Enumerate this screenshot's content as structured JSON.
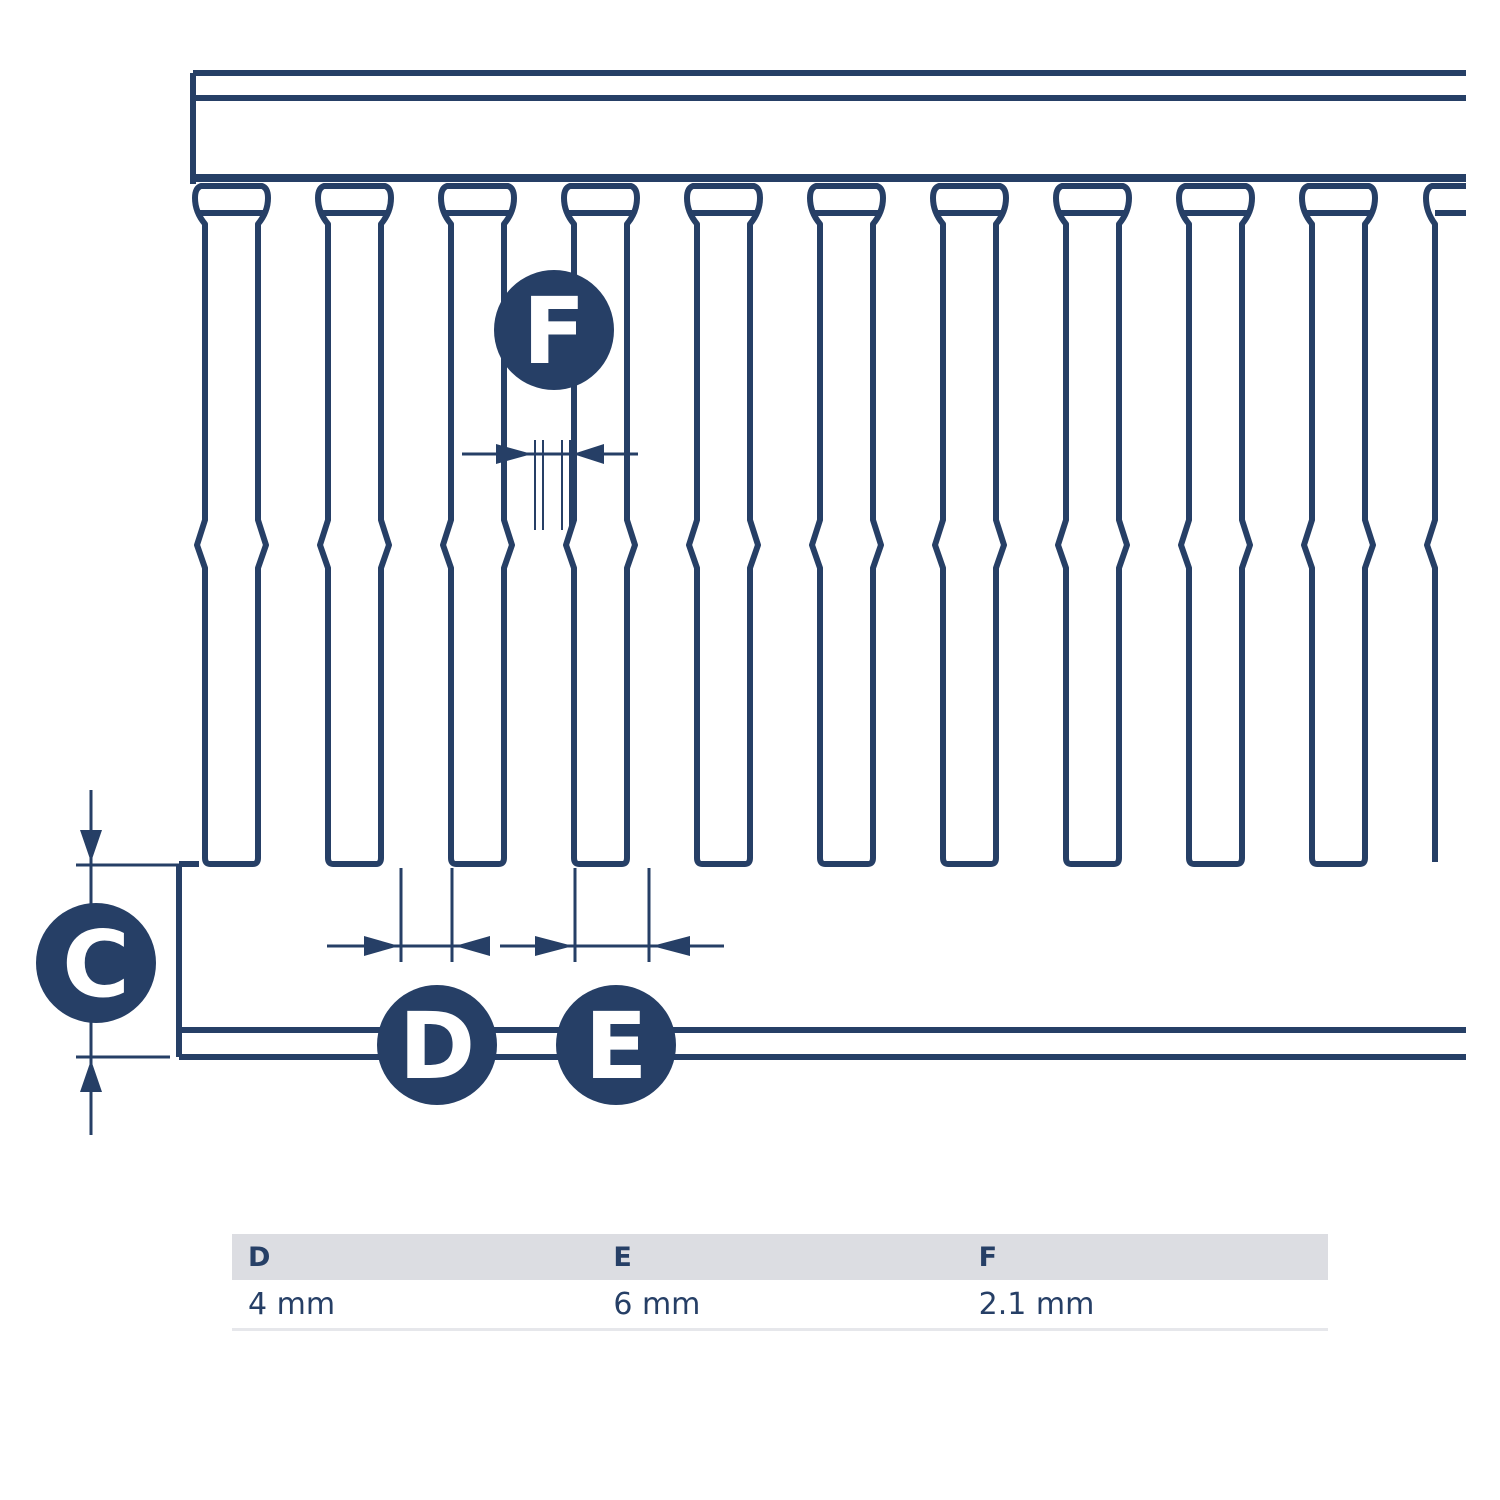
{
  "colors": {
    "line": "#263f66",
    "badge_fill": "#263f66",
    "badge_text": "#ffffff",
    "table_header_bg": "#dcdde2"
  },
  "badges": {
    "c": "C",
    "d": "D",
    "e": "E",
    "f": "F"
  },
  "table": {
    "headers": [
      "D",
      "E",
      "F"
    ],
    "values": [
      "4 mm",
      "6 mm",
      "2.1 mm"
    ]
  }
}
